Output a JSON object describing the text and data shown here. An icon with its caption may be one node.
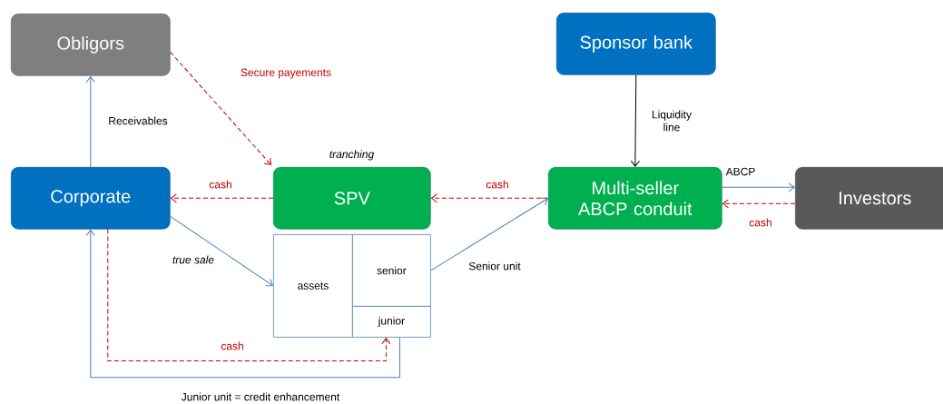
{
  "diagram": {
    "nodes": [
      {
        "text": [
          "Obligors"
        ]
      },
      {
        "text": [
          "Sponsor bank"
        ]
      },
      {
        "text": [
          "Corporate"
        ]
      },
      {
        "text": [
          "SPV"
        ],
        "beside": [
          "tranching"
        ]
      },
      {
        "text": [
          "Multi-seller ABCP conduit"
        ]
      },
      {
        "text": [
          "Investors"
        ]
      },
      {
        "text": [
          "assets"
        ]
      },
      {
        "text": [
          "senior"
        ]
      },
      {
        "text": [
          "junior"
        ]
      }
    ],
    "edges": [
      {
        "from": 2,
        "to": 0,
        "arrow": "to",
        "label": "Receivables"
      },
      {
        "from": 0,
        "to": 3,
        "arrow": "to",
        "label": "Secure payements",
        "style": "dashed",
        "color": "#c00000"
      },
      {
        "from": 3,
        "to": 2,
        "arrow": "to",
        "label": "cash",
        "style": "dashed",
        "color": "#c00000"
      },
      {
        "from": 4,
        "to": 3,
        "arrow": "to",
        "label": "cash",
        "style": "dashed",
        "color": "#c00000"
      },
      {
        "from": 1,
        "to": 4,
        "arrow": "to",
        "label": "Liquidity line",
        "color": "#000000"
      },
      {
        "from": 4,
        "to": 5,
        "arrow": "to",
        "label": "ABCP"
      },
      {
        "from": 5,
        "to": 4,
        "arrow": "to",
        "label": "cash",
        "style": "dashed",
        "color": "#c00000"
      },
      {
        "from": 2,
        "to": 6,
        "arrow": "to",
        "label": "true sale"
      },
      {
        "from": 7,
        "to": 4,
        "arrow": "to",
        "label": "Senior unit"
      },
      {
        "from": 2,
        "to": 8,
        "arrow": "to",
        "label": "cash",
        "style": "dashed",
        "color": "#c00000"
      },
      {
        "from": 8,
        "to": 2,
        "arrow": "to",
        "label": "Junior unit = credit enhancement"
      }
    ]
  }
}
